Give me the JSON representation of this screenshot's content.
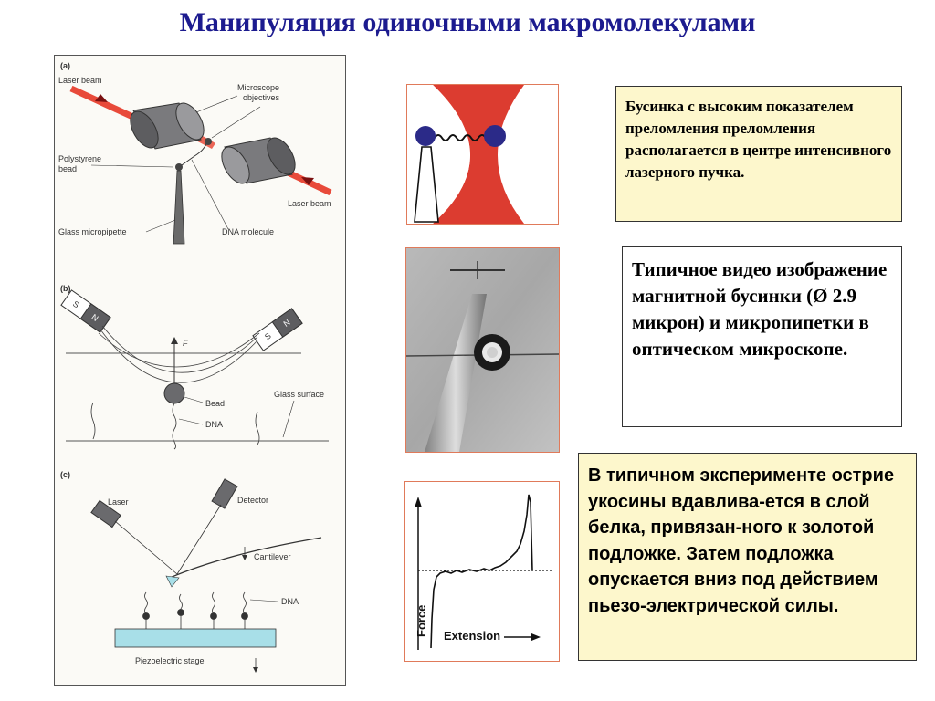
{
  "slide": {
    "title": "Манипуляция одиночными макромолекулами"
  },
  "figure": {
    "panel_a": {
      "tag": "(a)",
      "laser_beam_top": "Laser beam",
      "microscope_line1": "Microscope",
      "microscope_line2": "objectives",
      "polystyrene_line1": "Polystyrene",
      "polystyrene_line2": "bead",
      "laser_beam_bottom": "Laser beam",
      "micropipette": "Glass micropipette",
      "dna_molecule": "DNA molecule"
    },
    "panel_b": {
      "tag": "(b)",
      "magnet_s": "S",
      "magnet_n": "N",
      "force": "F",
      "bead": "Bead",
      "glass_surface": "Glass surface",
      "dna": "DNA"
    },
    "panel_c": {
      "tag": "(c)",
      "laser": "Laser",
      "detector": "Detector",
      "cantilever": "Cantilever",
      "dna": "DNA",
      "stage": "Piezoelectric stage"
    }
  },
  "force_curve": {
    "ylabel": "Force",
    "xlabel": "Extension"
  },
  "boxes": {
    "optical_trap": "Бусинка с высоким показателем преломления преломления располагается в центре интенсивного лазерного пучка.",
    "magnetic_bead": "Типичное видео изображение магнитной бусинки (Ø 2.9 микрон) и микропипетки в оптическом микроскопе.",
    "afm_experiment": "В типичном эксперименте острие укосины вдавлива-ется в слой белка, привязан-ного к золотой подложке. Затем подложка опускается вниз под действием пьезо-электрической силы."
  },
  "colors": {
    "title": "#1c1b8f",
    "box_fill": "#fdf7cc",
    "laser": "#e84a3a",
    "thumb_border": "#e07a5a"
  }
}
